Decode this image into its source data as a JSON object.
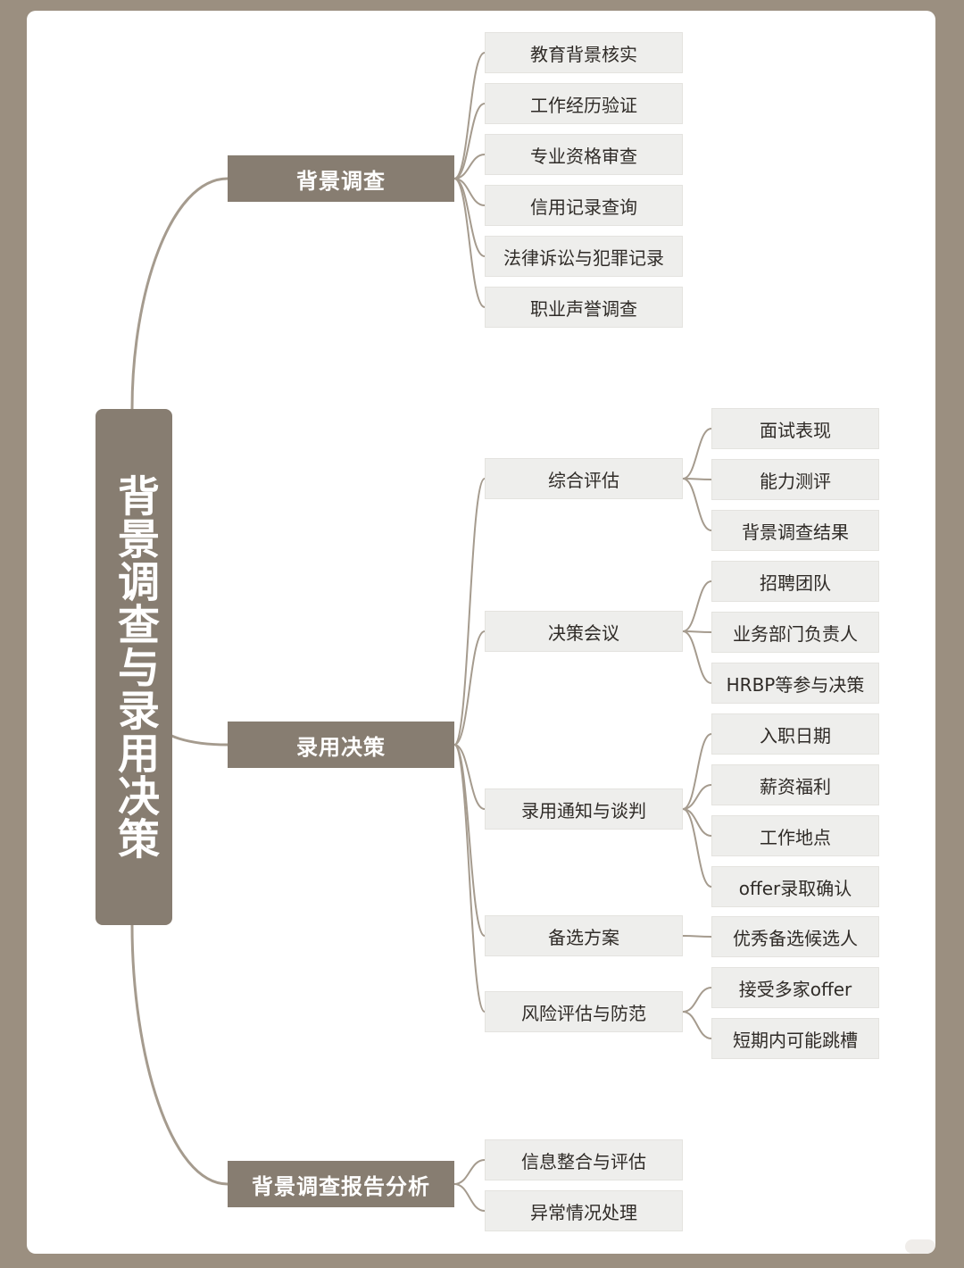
{
  "root": {
    "label": "背景调查与录用决策"
  },
  "branches": [
    {
      "label": "背景调查",
      "children": [
        {
          "label": "教育背景核实"
        },
        {
          "label": "工作经历验证"
        },
        {
          "label": "专业资格审查"
        },
        {
          "label": "信用记录查询"
        },
        {
          "label": "法律诉讼与犯罪记录"
        },
        {
          "label": "职业声誉调查"
        }
      ]
    },
    {
      "label": "录用决策",
      "children": [
        {
          "label": "综合评估",
          "children": [
            {
              "label": "面试表现"
            },
            {
              "label": "能力测评"
            },
            {
              "label": "背景调查结果"
            }
          ]
        },
        {
          "label": "决策会议",
          "children": [
            {
              "label": "招聘团队"
            },
            {
              "label": "业务部门负责人"
            },
            {
              "label": "HRBP等参与决策"
            }
          ]
        },
        {
          "label": "录用通知与谈判",
          "children": [
            {
              "label": "入职日期"
            },
            {
              "label": "薪资福利"
            },
            {
              "label": "工作地点"
            },
            {
              "label": "offer录取确认"
            }
          ]
        },
        {
          "label": "备选方案",
          "children": [
            {
              "label": "优秀备选候选人"
            }
          ]
        },
        {
          "label": "风险评估与防范",
          "children": [
            {
              "label": "接受多家offer"
            },
            {
              "label": "短期内可能跳槽"
            }
          ]
        }
      ]
    },
    {
      "label": "背景调查报告分析",
      "children": [
        {
          "label": "信息整合与评估"
        },
        {
          "label": "异常情况处理"
        }
      ]
    }
  ],
  "colors": {
    "frame": "#9b8f80",
    "canvas": "#ffffff",
    "node_dark": "#877d71",
    "node_light": "#eeeeec",
    "connector": "#a59b8e",
    "text_dark": "#2f2b27",
    "text_light": "#ffffff"
  }
}
